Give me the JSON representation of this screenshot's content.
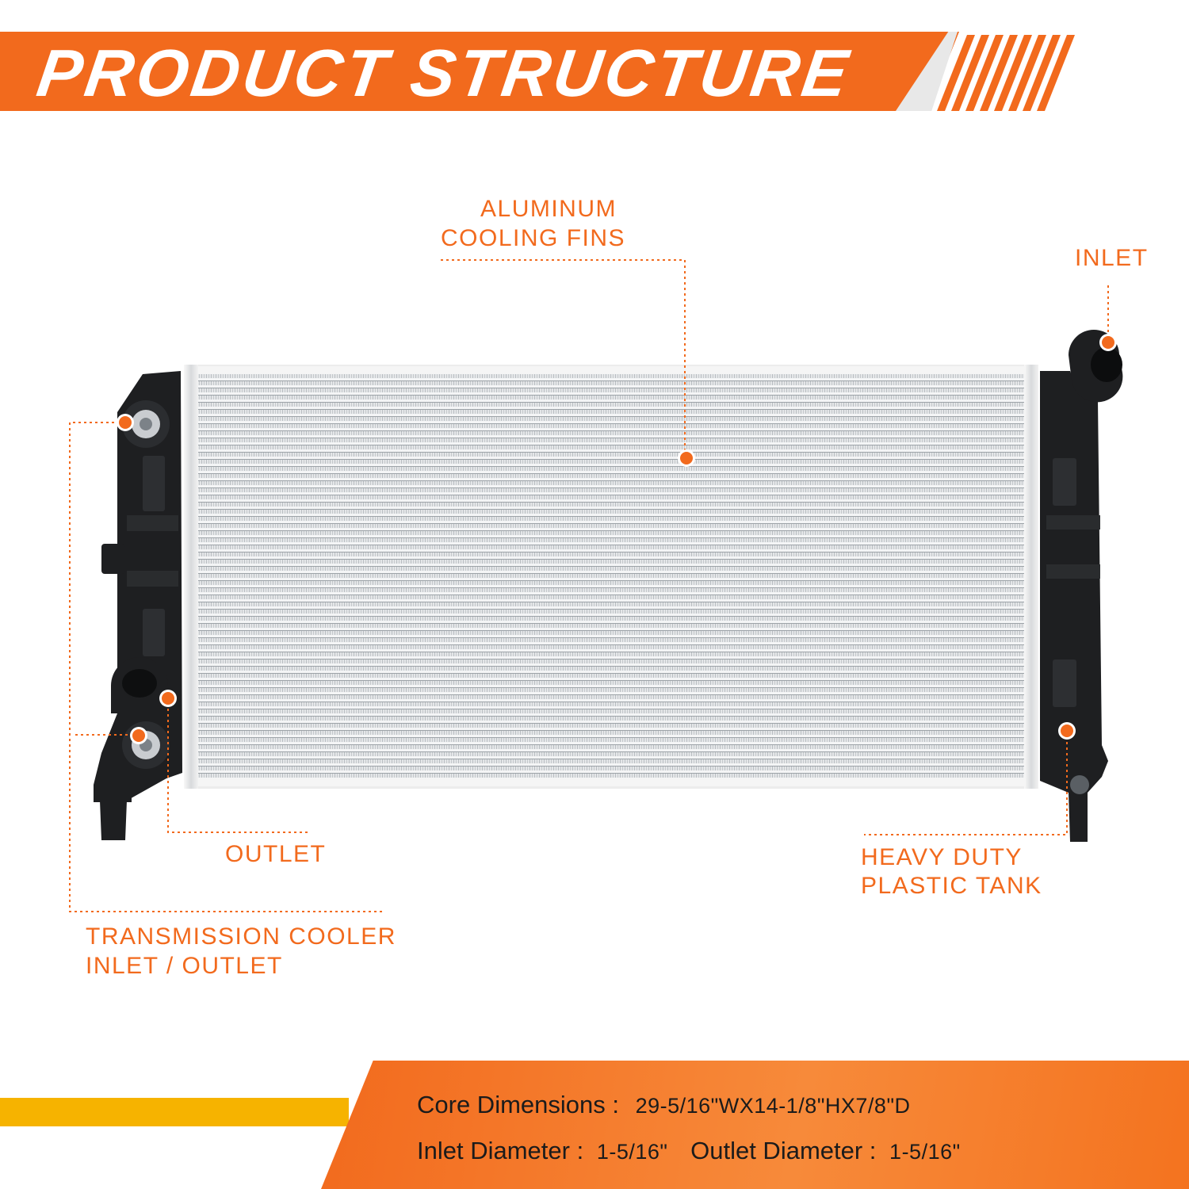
{
  "header": {
    "title": "PRODUCT STRUCTURE"
  },
  "callouts": {
    "fins": [
      "ALUMINUM",
      "COOLING FINS"
    ],
    "inlet": "INLET",
    "outlet": "OUTLET",
    "tank": [
      "HEAVY DUTY",
      "PLASTIC TANK"
    ],
    "trans": [
      "TRANSMISSION COOLER",
      "INLET / OUTLET"
    ]
  },
  "specs": {
    "core_label": "Core Dimensions :",
    "core_value": "29-5/16\"WX14-1/8\"HX7/8\"D",
    "inlet_label": "Inlet Diameter :",
    "inlet_value": "1-5/16\"",
    "outlet_label": "Outlet Diameter :",
    "outlet_value": "1-5/16\""
  },
  "colors": {
    "accent": "#f26a1d",
    "accent_secondary": "#f6b300",
    "tank": "#1e1f21",
    "core": "#d9dcdf"
  }
}
